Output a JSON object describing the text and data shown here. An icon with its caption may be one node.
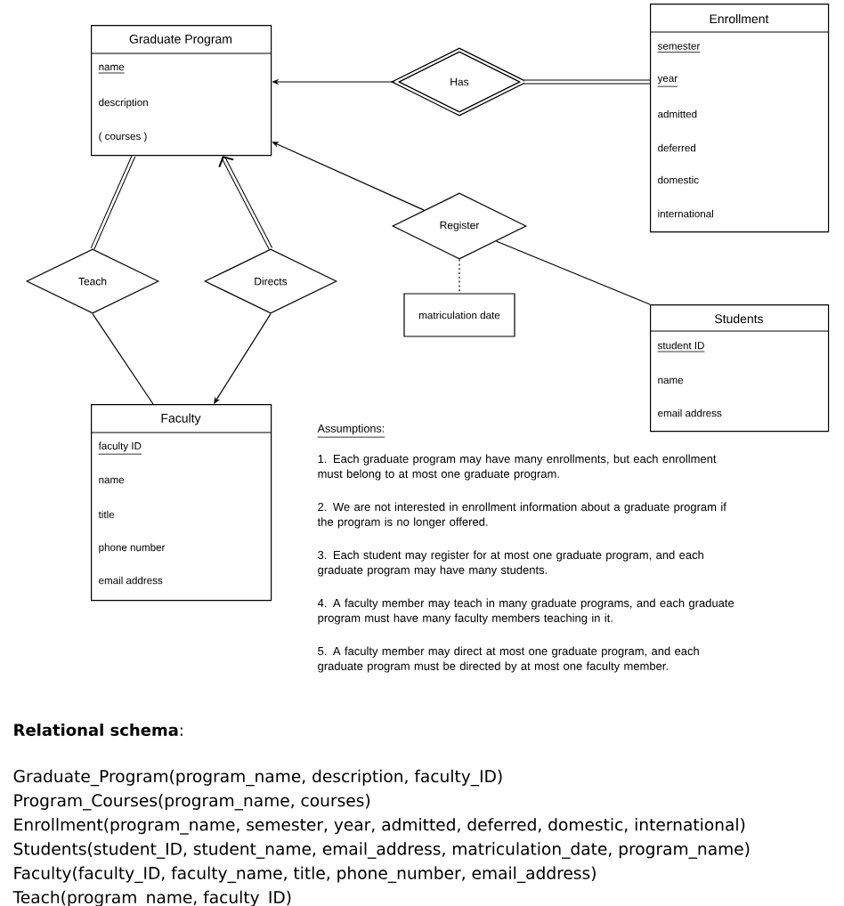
{
  "diagram": {
    "nodes": [
      {
        "text": [
          "Graduate Program",
          "name",
          "description",
          "( courses )"
        ]
      },
      {
        "text": [
          "Has"
        ]
      },
      {
        "text": [
          "Enrollment",
          "semester",
          "year",
          "admitted",
          "deferred",
          "domestic",
          "international"
        ]
      },
      {
        "text": [
          "Register"
        ]
      },
      {
        "text": [
          "matriculation date"
        ]
      },
      {
        "text": [
          "Teach"
        ]
      },
      {
        "text": [
          "Directs"
        ]
      },
      {
        "text": [
          "Students",
          "student ID",
          "name",
          "email address"
        ]
      },
      {
        "text": [
          "Faculty",
          "faculty ID",
          "name",
          "title",
          "phone number",
          "email address"
        ]
      }
    ],
    "edges": [
      {
        "from": 1,
        "to": 0,
        "arrow": "to"
      },
      {
        "from": 1,
        "to": 2,
        "arrow": "none",
        "style": "thick"
      },
      {
        "from": 3,
        "to": 0,
        "arrow": "to"
      },
      {
        "from": 3,
        "to": 4,
        "arrow": "none",
        "style": "dashed"
      },
      {
        "from": 3,
        "to": 7,
        "arrow": "none"
      },
      {
        "from": 5,
        "to": 0,
        "arrow": "none",
        "style": "thick"
      },
      {
        "from": 5,
        "to": 8,
        "arrow": "none"
      },
      {
        "from": 6,
        "to": 0,
        "arrow": "to",
        "style": "thick"
      },
      {
        "from": 6,
        "to": 8,
        "arrow": "to"
      }
    ],
    "labels": [
      "Assumptions:",
      "1.  Each graduate program may have many enrollments, but each enrollment must belong to at most one graduate program.",
      "2.  We are not interested in enrollment information about a graduate program if the program is no longer offered.",
      "3.  Each student may register for at most one graduate program, and each graduate program may have many students.",
      "4.  A faculty member may teach in many graduate programs, and each graduate program must have many faculty members teaching in it.",
      "5.  A faculty member may direct at most one graduate program, and each graduate program must be directed by at most one faculty member.",
      "**Relational schema**:",
      "Graduate_Program(program_name, description, faculty_ID)",
      "Program_Courses(program_name, courses)",
      "Enrollment(program_name, semester, year, admitted, deferred, domestic, international)",
      "Students(student_ID, student_name, email_address, matriculation_date, program_name)",
      "Faculty(faculty_ID, faculty_name, title, phone_number, email_address)",
      "Teach(program_name, faculty_ID)"
    ]
  }
}
